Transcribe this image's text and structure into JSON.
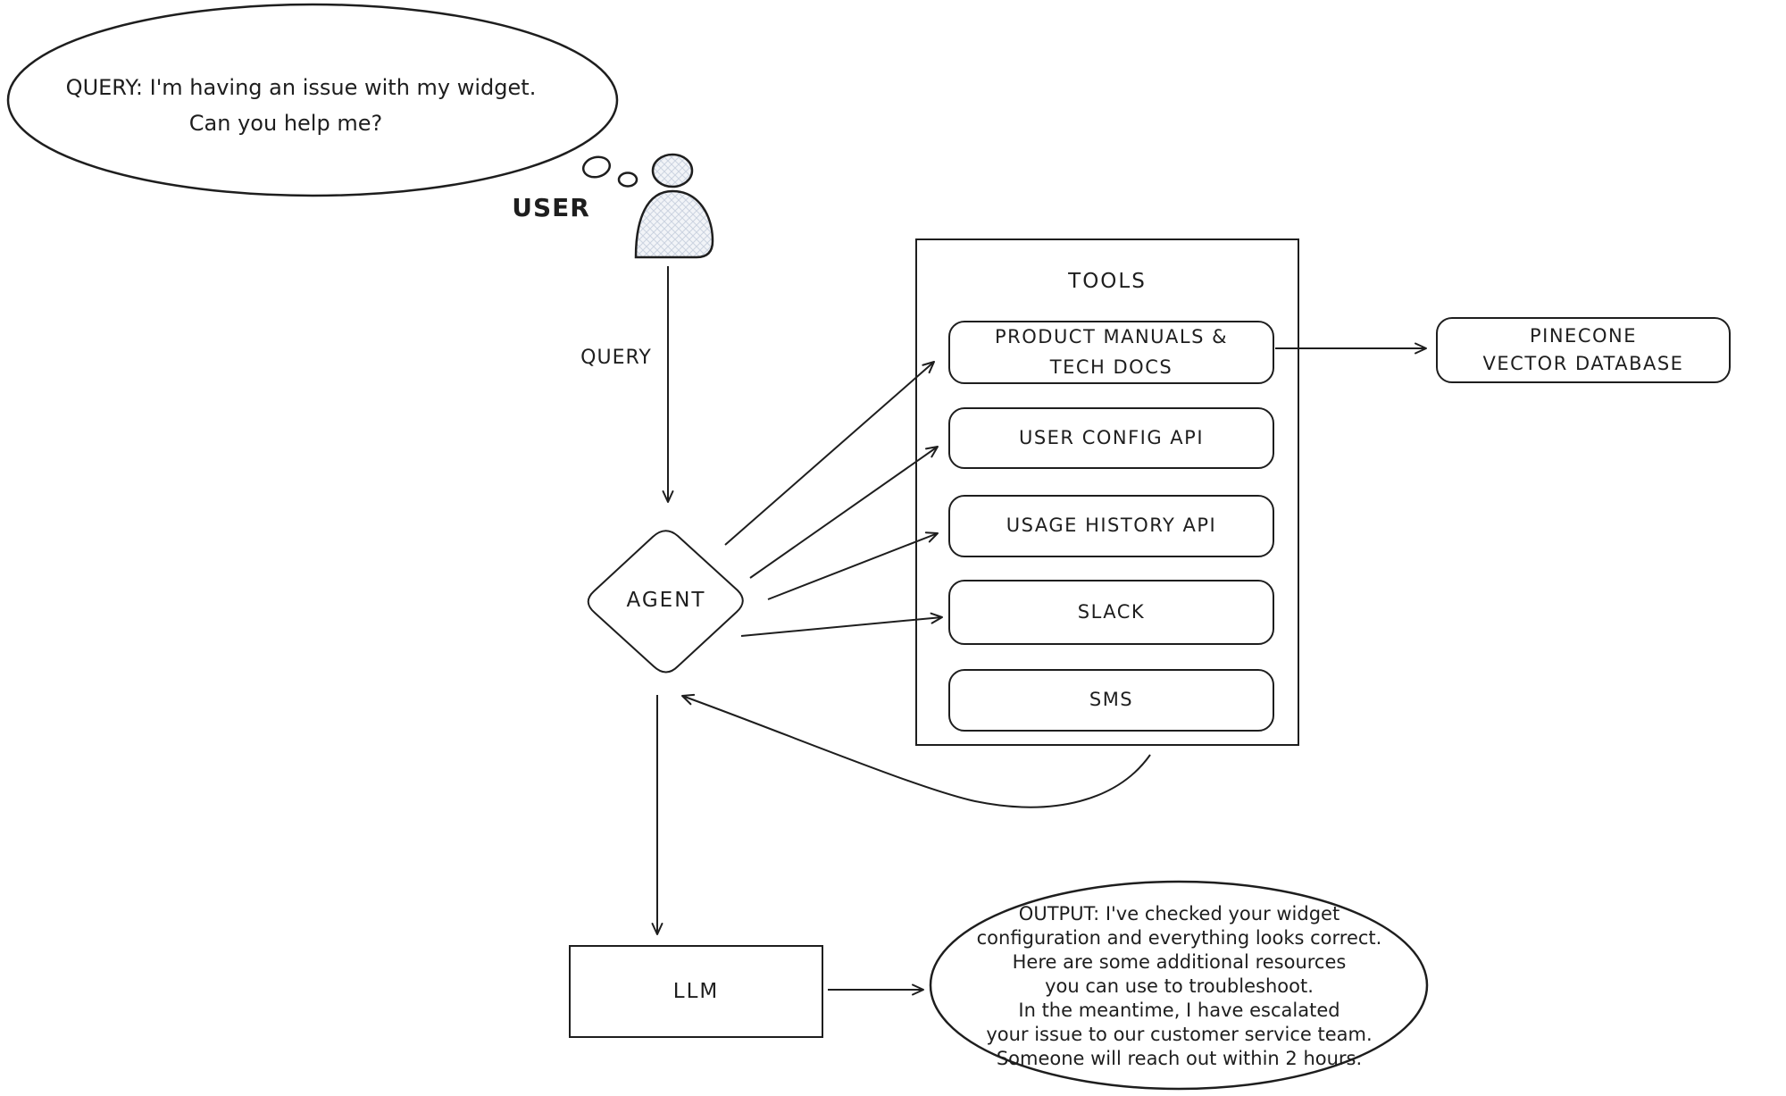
{
  "colors": {
    "stroke": "#1e1e1e",
    "background": "#ffffff",
    "user_figure_fill": "#eef1f6",
    "user_figure_hatch": "#c9d0dd"
  },
  "user_section": {
    "thought_bubble": {
      "line1": "QUERY: I'm having an issue with my widget.",
      "line2": "Can you help me?"
    },
    "user_label": "USER",
    "query_label": "QUERY"
  },
  "agent": {
    "label": "AGENT"
  },
  "tools_panel": {
    "title": "TOOLS",
    "items": [
      {
        "label": "PRODUCT MANUALS & TECH DOCS"
      },
      {
        "label": "USER CONFIG API"
      },
      {
        "label": "USAGE HISTORY API"
      },
      {
        "label": "SLACK"
      },
      {
        "label": "SMS"
      }
    ]
  },
  "pinecone": {
    "line1": "PINECONE",
    "line2": "VECTOR DATABASE"
  },
  "llm": {
    "label": "LLM"
  },
  "output_bubble": {
    "lines": [
      "OUTPUT: I've checked your widget",
      "configuration and everything looks correct.",
      "Here are some additional resources",
      "you can use to troubleshoot.",
      "In the meantime, I have escalated",
      "your issue to our customer service team.",
      "Someone will reach out within 2 hours."
    ]
  }
}
